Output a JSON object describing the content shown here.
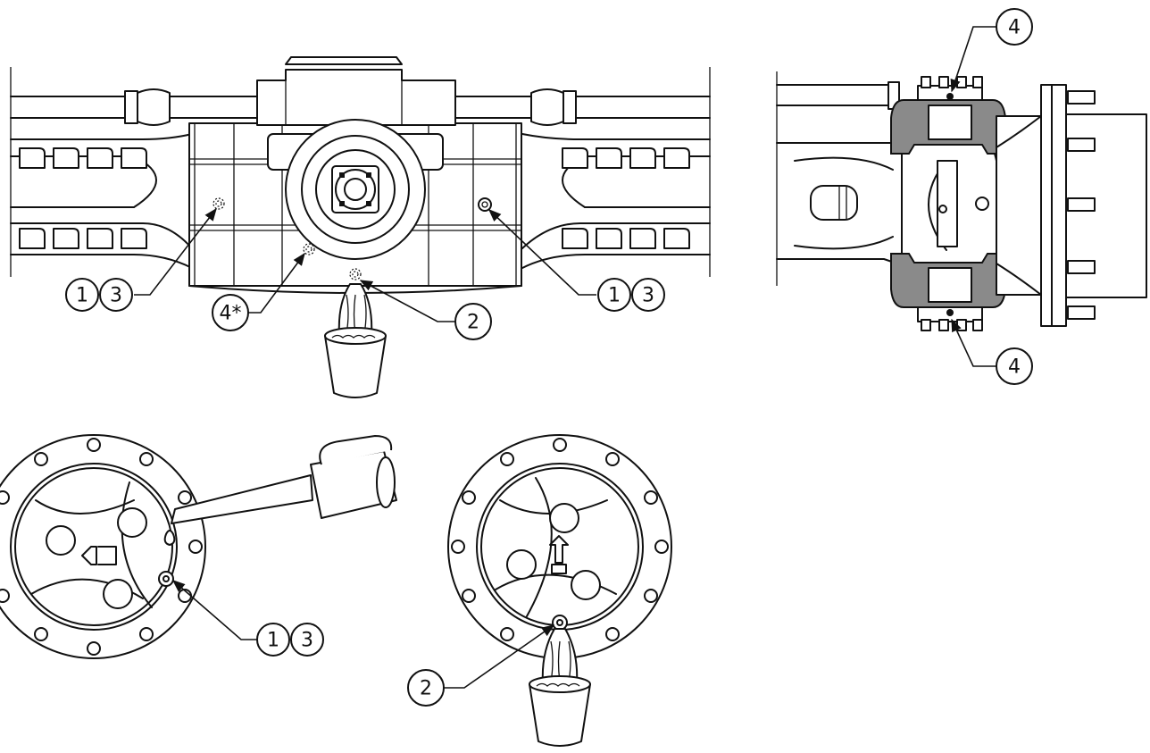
{
  "callouts": {
    "c1": "1",
    "c3": "3",
    "c4s": "4*",
    "c2": "2",
    "c1b": "1",
    "c3b": "3",
    "c4top": "4",
    "c4bot": "4",
    "c1c": "1",
    "c3c": "3",
    "c2d": "2"
  }
}
